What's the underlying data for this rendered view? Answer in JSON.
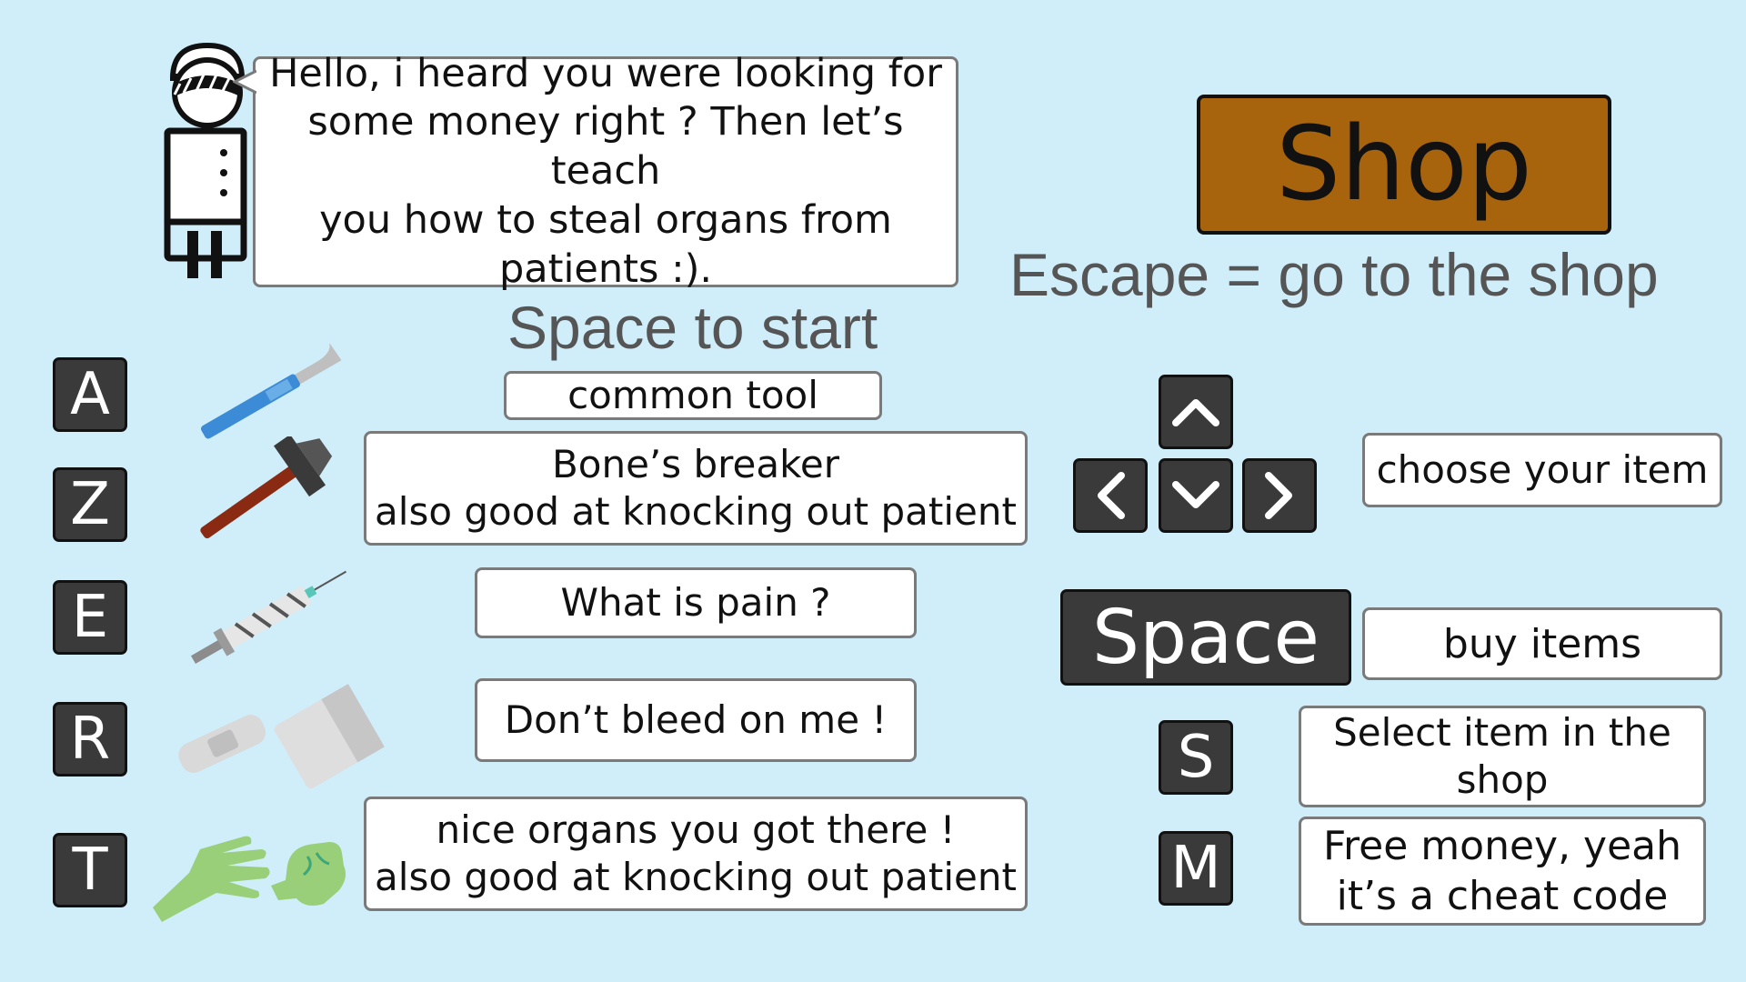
{
  "dialog": {
    "text": "Hello, i heard you were looking for\nsome money right ? Then let’s teach\nyou how to steal organs from\npatients :)."
  },
  "start_hint": "Space to start",
  "shop": {
    "button_label": "Shop",
    "hint": "Escape = go to the shop",
    "colors": {
      "button_bg": "#a7640c"
    }
  },
  "tools": [
    {
      "key": "A",
      "icon": "scalpel-icon",
      "description": "common tool"
    },
    {
      "key": "Z",
      "icon": "hammer-icon",
      "description": "Bone’s breaker\nalso good at knocking out patient"
    },
    {
      "key": "E",
      "icon": "syringe-icon",
      "description": "What is pain ?"
    },
    {
      "key": "R",
      "icon": "bandage-icon",
      "description": "Don’t bleed on me !"
    },
    {
      "key": "T",
      "icon": "gloves-icon",
      "description": "nice organs you got there !\nalso good at knocking out patient"
    }
  ],
  "shop_controls": {
    "arrows_label": "choose your item",
    "space_key": "Space",
    "space_label": "buy items",
    "select_key": "S",
    "select_label": "Select item in the\nshop",
    "money_key": "M",
    "money_label": "Free money, yeah\nit’s a cheat code"
  },
  "icons": [
    "doctor-icon",
    "arrow-up-icon",
    "arrow-left-icon",
    "arrow-down-icon",
    "arrow-right-icon"
  ]
}
